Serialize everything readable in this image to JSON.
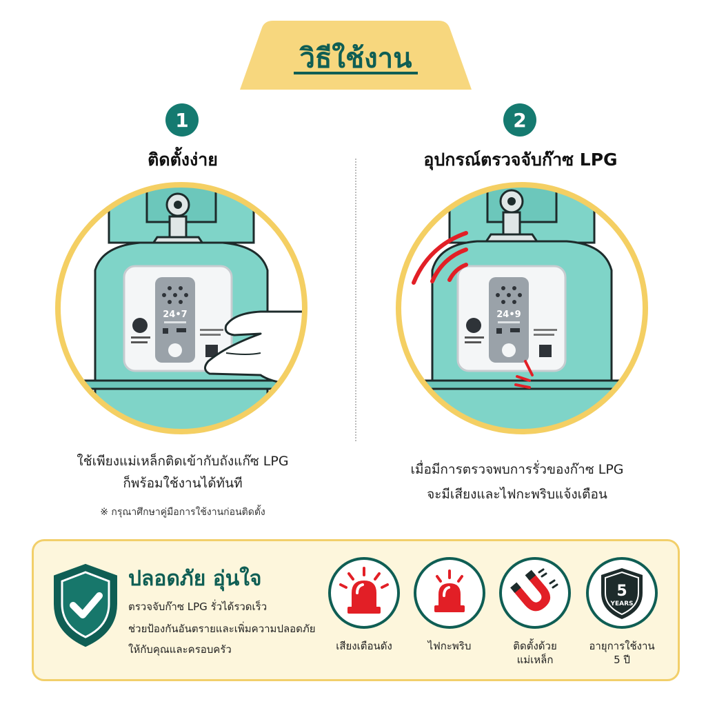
{
  "header": {
    "title": "วิธีใช้งาน"
  },
  "colors": {
    "accent": "#157a70",
    "banner": "#f7d77e",
    "teal": "#7fd4c8",
    "alert": "#e21f26",
    "panel": "#fdf6dc"
  },
  "steps": [
    {
      "number": "1",
      "title": "ติดตั้งง่าย",
      "caption_line1": "ใช้เพียงแม่เหล็กติดเข้ากับถังแก๊ซ LPG",
      "caption_line2": "ก็พร้อมใช้งานได้ทันที",
      "note": "※ กรุณาศึกษาคู่มือการใช้งานก่อนติดตั้ง",
      "device_display": "24•7"
    },
    {
      "number": "2",
      "title": "อุปกรณ์ตรวจจับก๊าซ LPG",
      "caption_line1": "เมื่อมีการตรวจพบการรั่วของก๊าซ LPG",
      "caption_line2": "จะมีเสียงและไฟกะพริบแจ้งเตือน",
      "device_display": "24•9"
    }
  ],
  "safety": {
    "title": "ปลอดภัย อุ่นใจ",
    "line1": "ตรวจจับก๊าซ LPG รั่วได้รวดเร็ว",
    "line2": "ช่วยป้องกันอันตรายและเพิ่มความปลอดภัย",
    "line3": "ให้กับคุณและครอบครัว"
  },
  "features": [
    {
      "icon": "siren-icon",
      "label_line1": "เสียงเตือนดัง",
      "label_line2": ""
    },
    {
      "icon": "beacon-light-icon",
      "label_line1": "ไฟกะพริบ",
      "label_line2": ""
    },
    {
      "icon": "magnet-icon",
      "label_line1": "ติดตั้งด้วย",
      "label_line2": "แม่เหล็ก"
    },
    {
      "icon": "warranty-shield-icon",
      "label_line1": "อายุการใช้งาน",
      "label_line2": "5 ปี",
      "badge_number": "5",
      "badge_text": "YEARS"
    }
  ]
}
